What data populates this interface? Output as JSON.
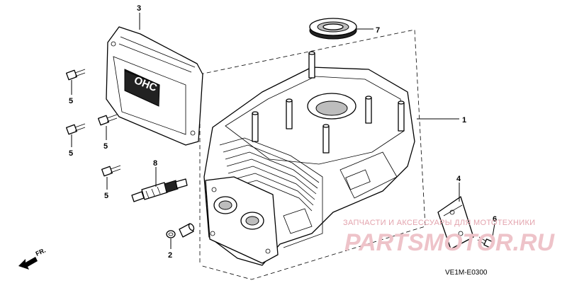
{
  "callouts": {
    "c1": "1",
    "c2": "2",
    "c3": "3",
    "c4": "4",
    "c5a": "5",
    "c5b": "5",
    "c5c": "5",
    "c5d": "5",
    "c6": "6",
    "c7": "7",
    "c8": "8"
  },
  "cover_marking": "OHC",
  "front_arrow": "FR.",
  "diagram_code": "VE1M-E0300",
  "watermark": {
    "tagline": "ЗАПЧАСТИ И АКСЕССУАРЫ ДЛЯ МОТОТЕХНИКИ",
    "logo": "PARTSMOTOR.RU"
  },
  "colors": {
    "line": "#000000",
    "watermark": "#e3a3ad"
  }
}
